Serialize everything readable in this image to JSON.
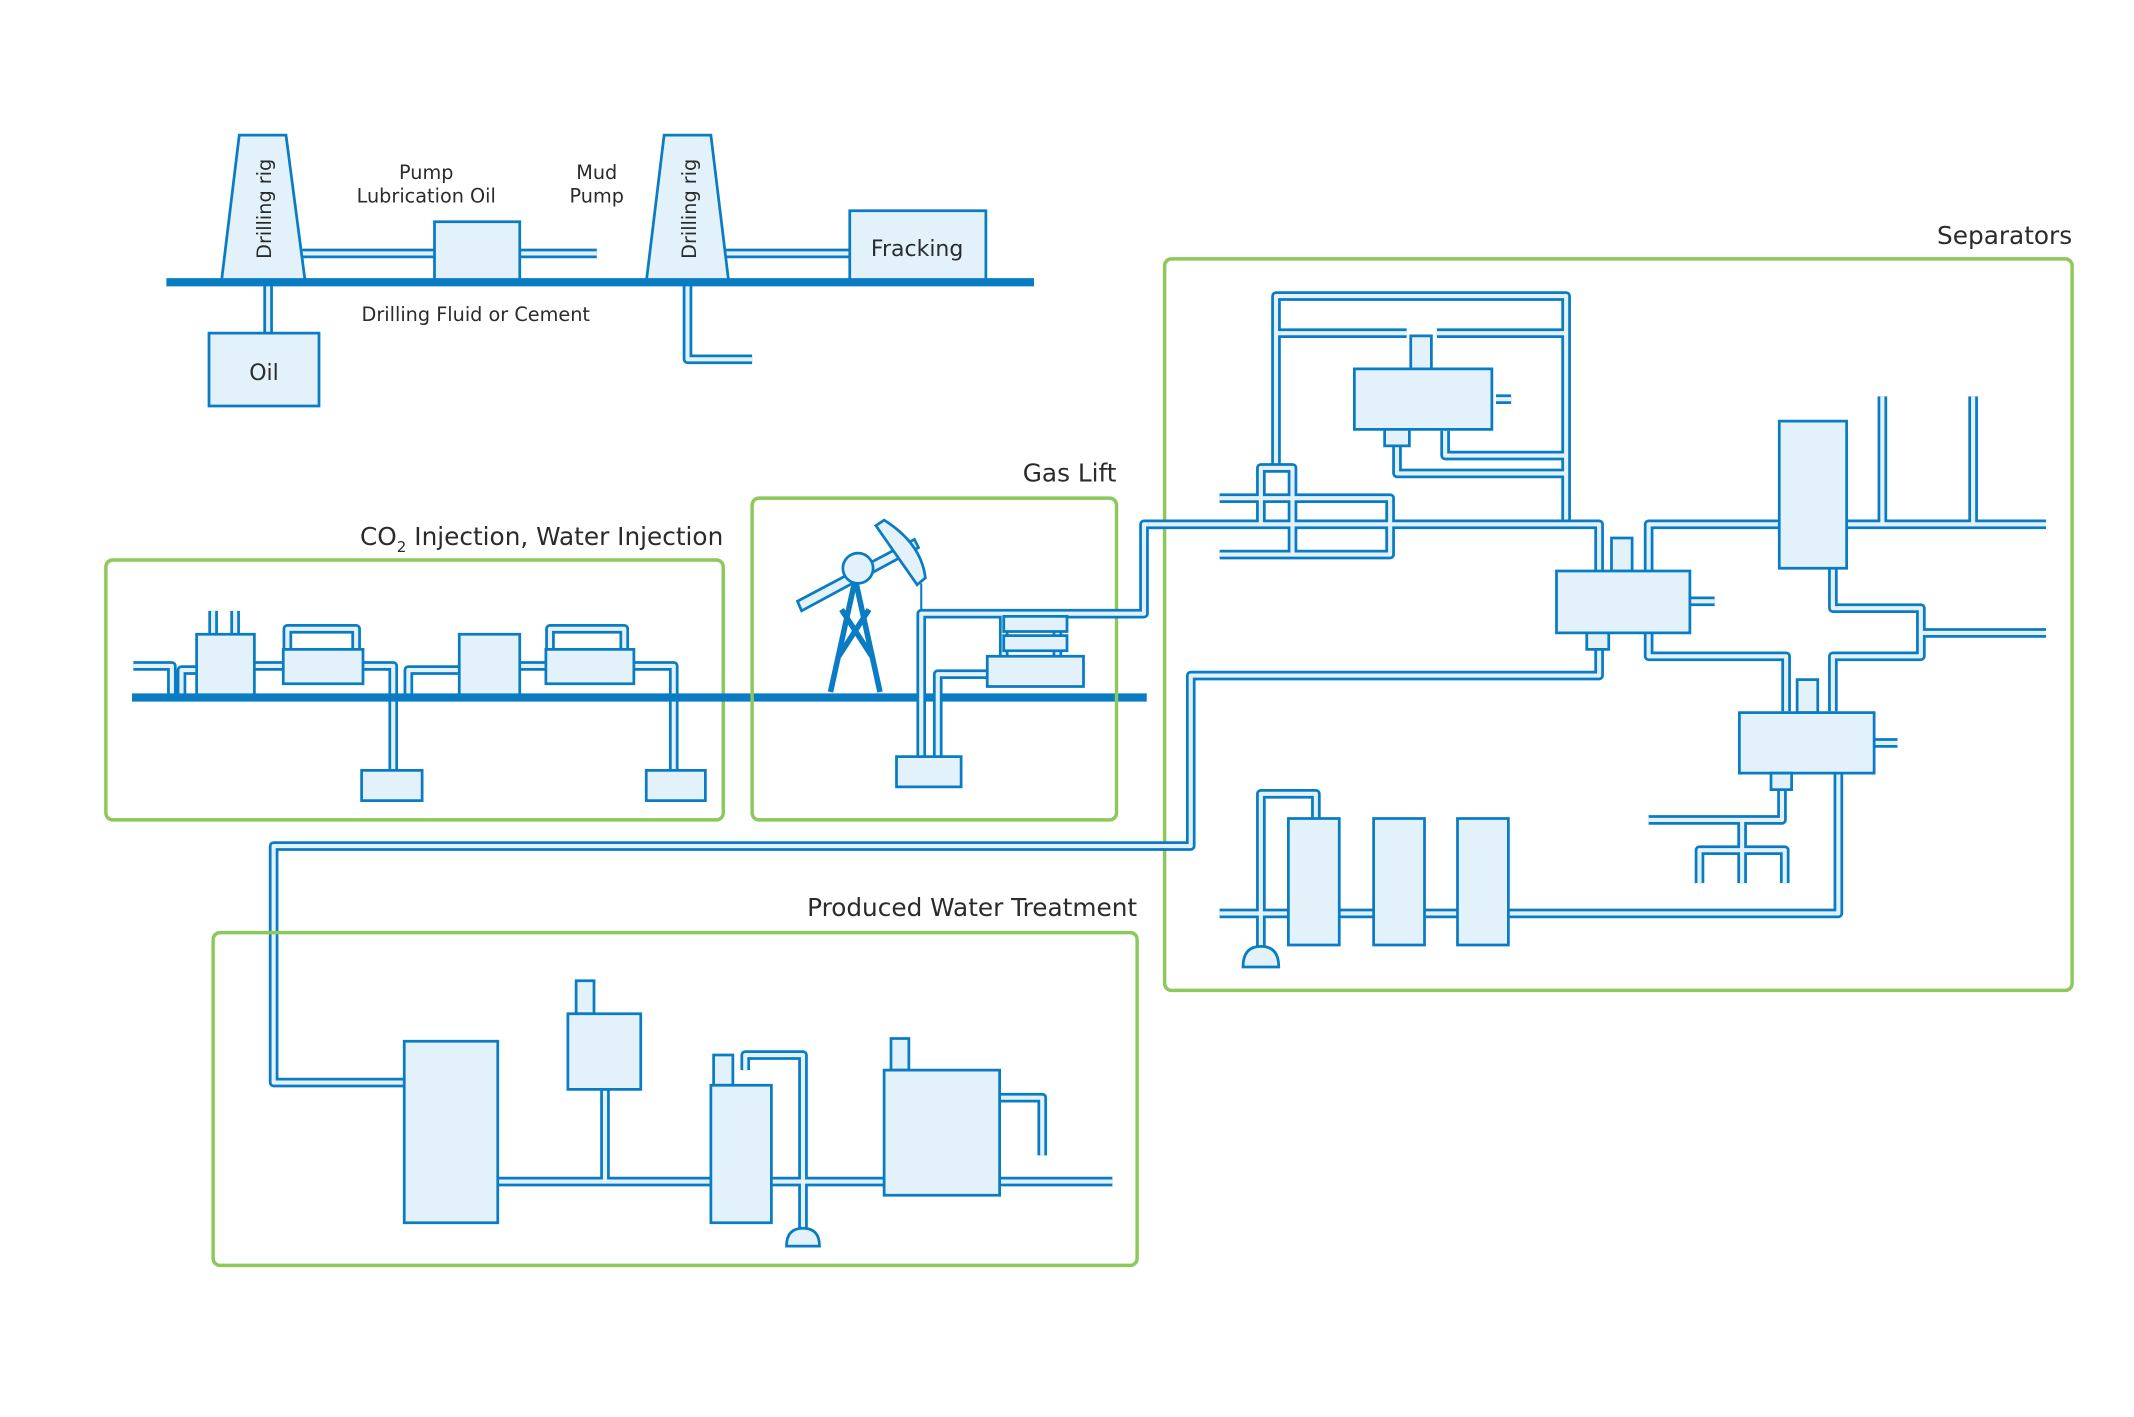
{
  "diagram": {
    "title": "Oil and gas process overview",
    "colors": {
      "pipe": "#0a7cc4",
      "equipment_fill": "#e3f2fa",
      "section_border": "#8cc85a",
      "text": "#2b2b2b"
    },
    "drilling": {
      "rig1_label": "Drilling rig",
      "rig2_label": "Drilling rig",
      "pump_label_line1": "Pump",
      "pump_label_line2": "Lubrication Oil",
      "mud_pump_line1": "Mud",
      "mud_pump_line2": "Pump",
      "fluid_label": "Drilling Fluid or Cement",
      "oil_label": "Oil",
      "fracking_label": "Fracking"
    },
    "sections": {
      "co2": {
        "label_prefix": "CO",
        "label_sub": "2",
        "label_suffix": " Injection, Water Injection"
      },
      "gas_lift": {
        "label": "Gas Lift"
      },
      "separators": {
        "label": "Separators"
      },
      "water_treatment": {
        "label": "Produced Water Treatment"
      }
    }
  }
}
